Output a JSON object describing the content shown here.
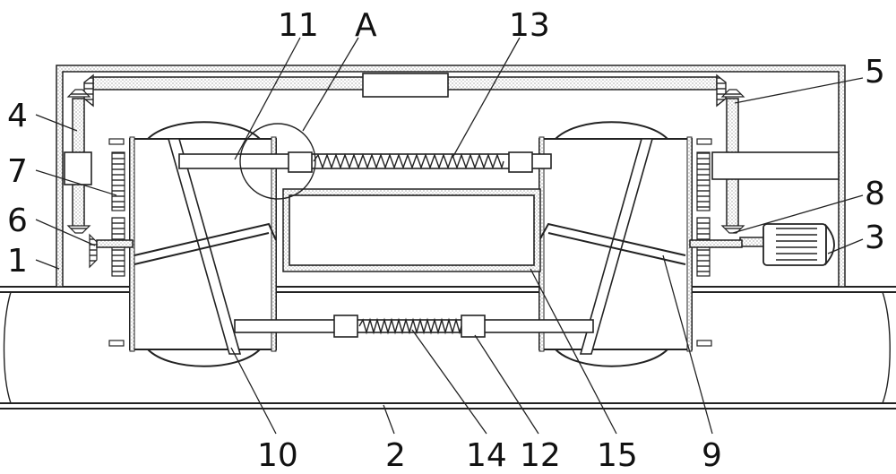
{
  "labels": {
    "l11": "11",
    "lA": "A",
    "l13": "13",
    "l5": "5",
    "l4": "4",
    "l7": "7",
    "l8": "8",
    "l6": "6",
    "l3": "3",
    "l1": "1",
    "l10": "10",
    "l2": "2",
    "l14": "14",
    "l12": "12",
    "l15": "15",
    "l9": "9"
  }
}
